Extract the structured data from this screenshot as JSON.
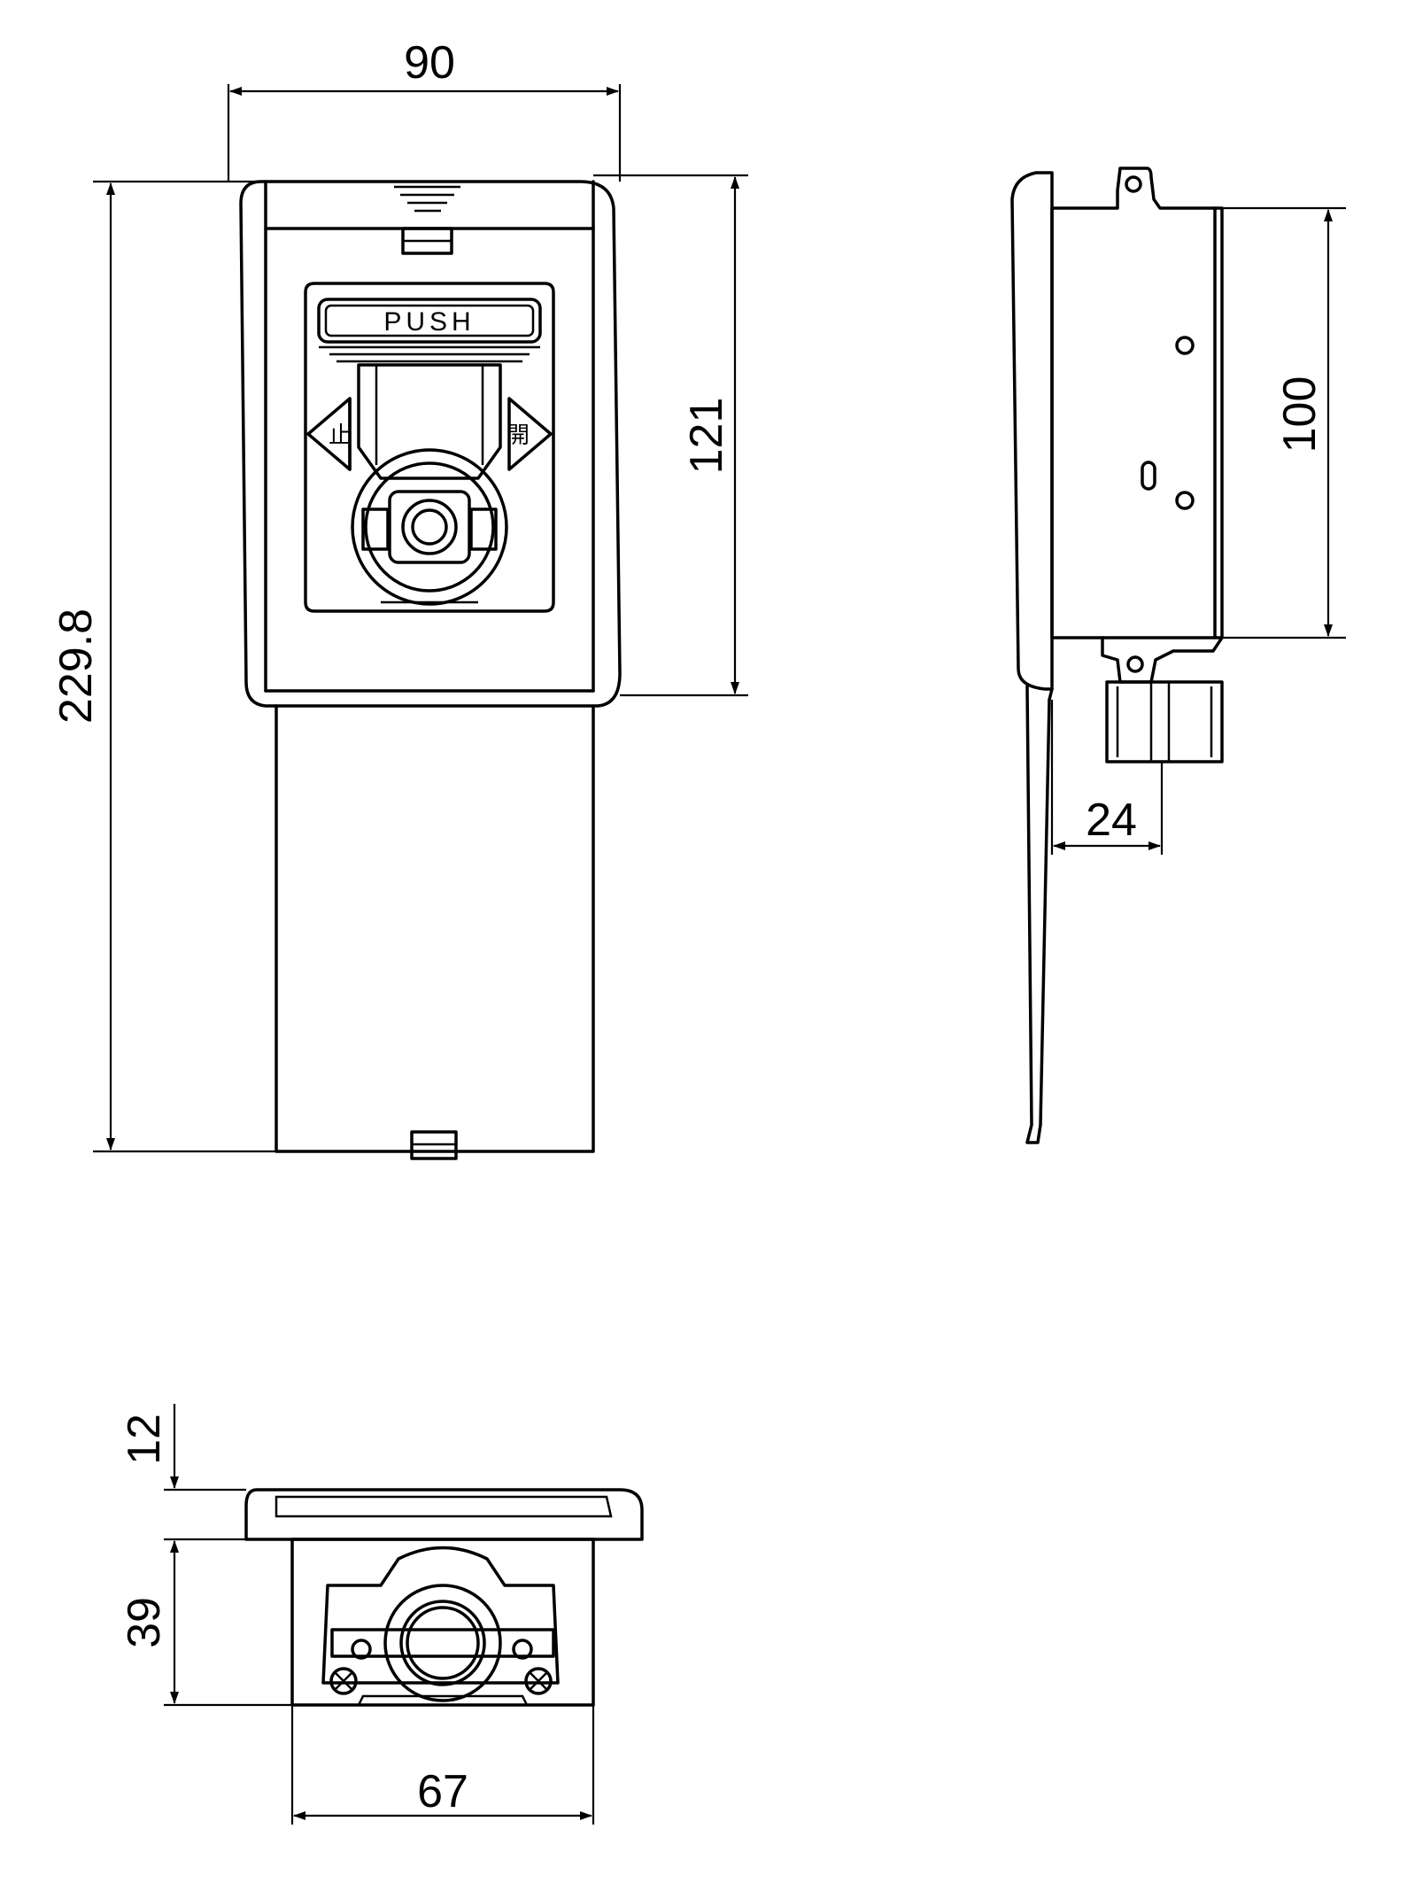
{
  "dimensions": {
    "top_width": "90",
    "total_height": "229.8",
    "upper_height": "121",
    "side_height": "100",
    "side_depth": "24",
    "bottom_lid": "12",
    "bottom_depth": "39",
    "bottom_width": "67"
  },
  "labels": {
    "push": "PUSH",
    "stop": "止",
    "open": "開"
  }
}
